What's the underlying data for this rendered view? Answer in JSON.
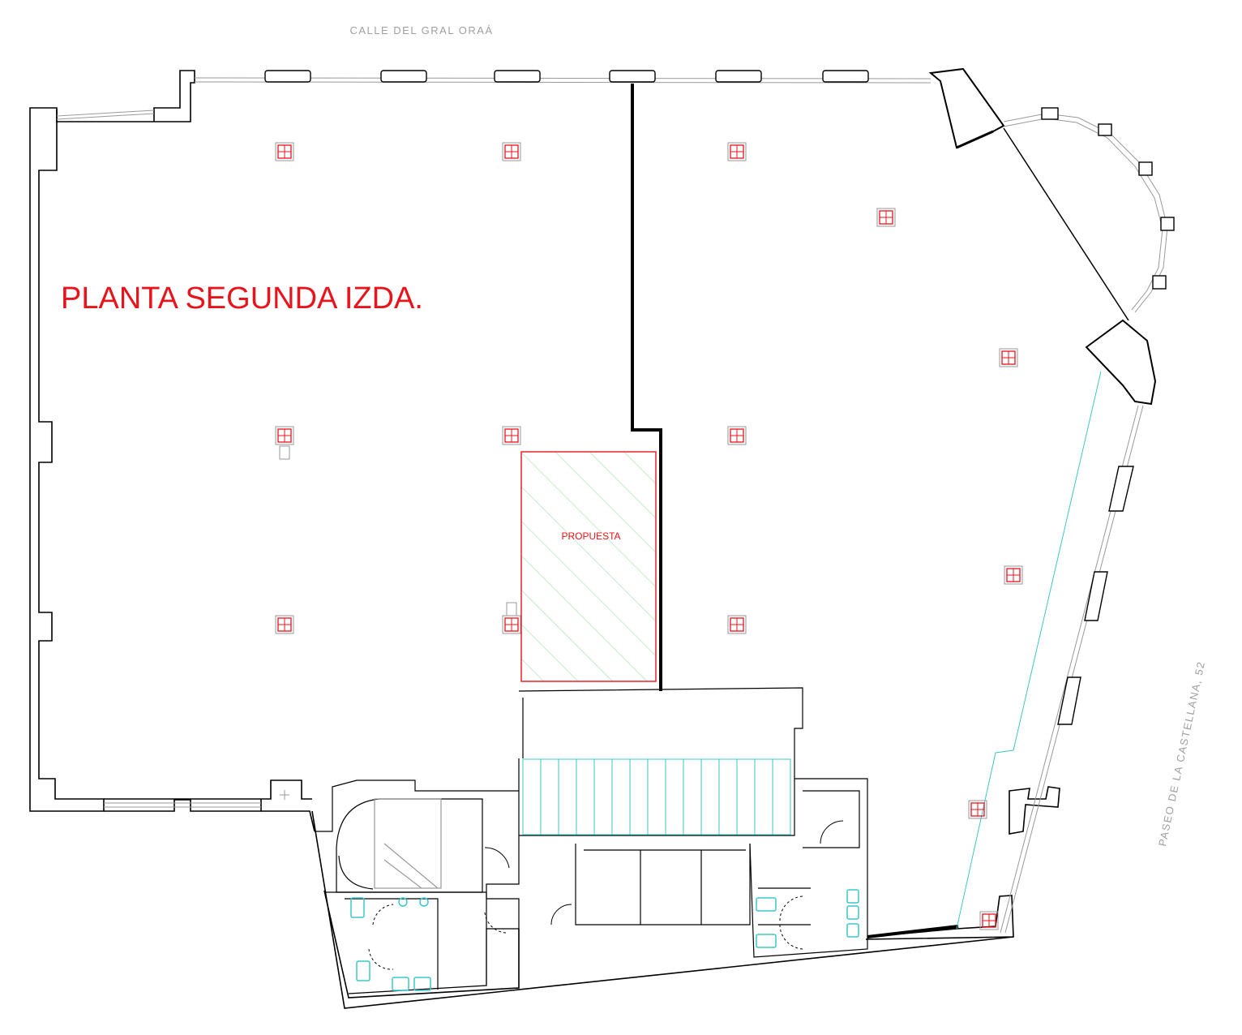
{
  "drawing": {
    "title": "PLANTA SEGUNDA IZDA.",
    "street_top": "CALLE DEL GRAL ORAÁ",
    "street_right": "PASEO DE LA CASTELLANA, 52",
    "proposal_label": "PROPUESTA"
  },
  "colors": {
    "wall": "#000000",
    "window": "#9a9a9a",
    "column": "#e8141c",
    "title": "#e8141c",
    "proposal_outline": "#e8141c",
    "proposal_hatch": "#9fe0a8",
    "fixtures": "#3cc8c8",
    "street_text": "#a0a0a0"
  }
}
